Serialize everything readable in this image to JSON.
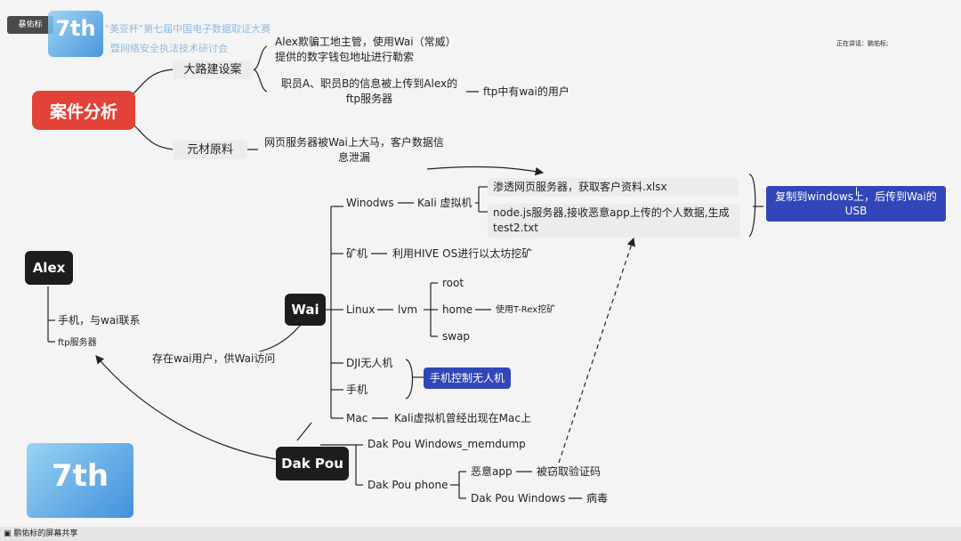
{
  "header": {
    "user_chip": "暴佑标",
    "speaking_label": "正在讲话：鹏佑标;",
    "banner_line1": "\"美亚杯\"第七届中国电子数据取证大赛",
    "banner_line2": "暨网络安全执法技术研讨会",
    "logo_text": "7th"
  },
  "root": {
    "label": "案件分析"
  },
  "branches": {
    "road": {
      "label": "大路建设案",
      "detail1": "Alex欺骗工地主管，使用Wai（常威）提供的数字钱包地址进行勒索",
      "detail2": "职员A、职员B的信息被上传到Alex的ftp服务器",
      "detail3": "ftp中有wai的用户"
    },
    "yuancai": {
      "label": "元材原料",
      "detail1": "网页服务器被Wai上大马，客户数据信息泄漏"
    }
  },
  "alex": {
    "label": "Alex",
    "item1": "手机，与wai联系",
    "item2": "ftp服务器"
  },
  "wai": {
    "label": "Wai",
    "edge_label": "存在wai用户，供Wai访问",
    "windows": "Winodws",
    "kali_vm": "Kali 虚拟机",
    "kali_item1": "渗透网页服务器，获取客户资料.xlsx",
    "kali_item2": "node.js服务器,接收恶意app上传的个人数据,生成test2.txt",
    "copy_note": "复制到windows上，后传到Wai的USB",
    "miner": "矿机",
    "miner_detail": "利用HIVE OS进行以太坊挖矿",
    "linux": "Linux",
    "lvm": "lvm",
    "root": "root",
    "home": "home",
    "home_detail": "使用T-Rex挖矿",
    "swap": "swap",
    "dji": "DJI无人机",
    "phone": "手机",
    "phone_note": "手机控制无人机",
    "mac": "Mac",
    "mac_detail": "Kali虚拟机曾经出现在Mac上"
  },
  "dakpou": {
    "label": "Dak Pou",
    "memdump": "Dak Pou Windows_memdump",
    "phone": "Dak Pou phone",
    "malware_app": "恶意app",
    "malware_detail": "被窃取验证码",
    "windows": "Dak Pou Windows",
    "windows_detail": "病毒"
  },
  "footer": {
    "screen_share": "鹏佑标的屏幕共享"
  },
  "colors": {
    "root": "#e24238",
    "dark_node": "#1d1d1d",
    "blue_note": "#3146b8",
    "box": "#ececec"
  }
}
